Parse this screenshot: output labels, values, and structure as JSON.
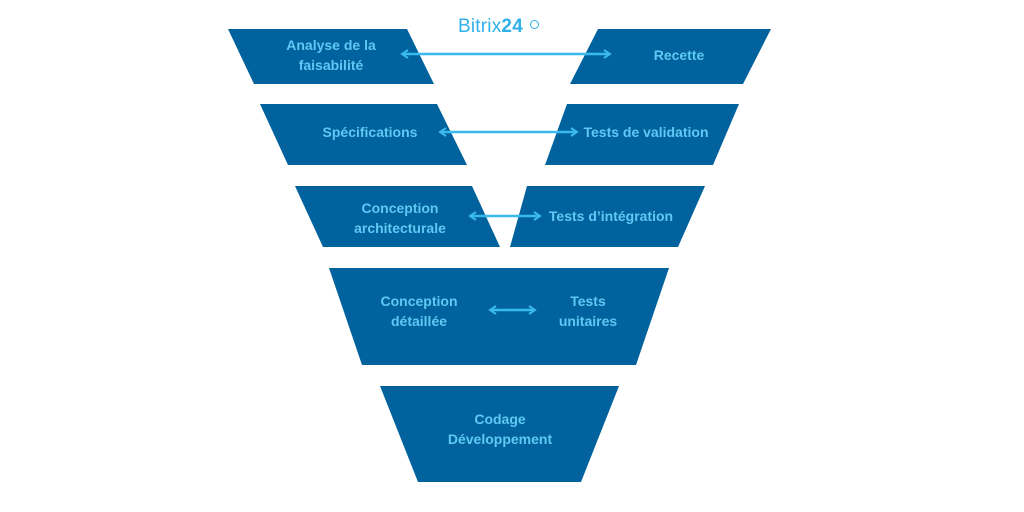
{
  "logo": {
    "brand": "Bitrix",
    "number": "24",
    "icon": "clock-icon"
  },
  "colors": {
    "block": "#02629d",
    "text": "#5ec9f5",
    "arrow": "#3ab9ef"
  },
  "rows": [
    {
      "left": "Analyse de la\nfaisabilité",
      "right": "Recette"
    },
    {
      "left": "Spécifications",
      "right": "Tests de validation"
    },
    {
      "left": "Conception\narchitecturale",
      "right": "Tests d’intégration"
    },
    {
      "left": "Conception\ndétaillée",
      "right": "Tests\nunitaires"
    }
  ],
  "bottom": {
    "label": "Codage\nDéveloppement"
  }
}
